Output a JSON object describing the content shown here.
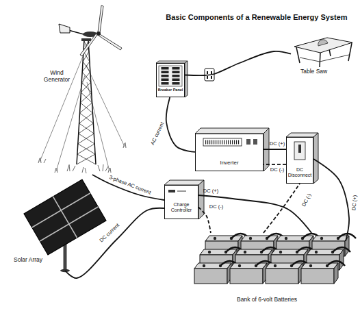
{
  "diagram": {
    "title": "Basic Components of a Renewable Energy System",
    "nodes": [
      {
        "text": [
          "Wind Generator"
        ]
      },
      {
        "text": [
          "Table Saw"
        ]
      },
      {
        "text": [
          "Breaker Panel"
        ]
      },
      {
        "text": [
          "Inverter"
        ]
      },
      {
        "text": [
          "DC Disconnect"
        ]
      },
      {
        "text": [
          "Charge Controller"
        ]
      },
      {
        "text": [
          "Solar Array"
        ]
      },
      {
        "text": [
          "Bank of 6-volt Batteries"
        ]
      }
    ],
    "edges": [
      {
        "from": 0,
        "to": 5,
        "label": "3-phase AC current",
        "arrow": "none"
      },
      {
        "from": 6,
        "to": 5,
        "label": "DC current",
        "arrow": "none"
      },
      {
        "from": 5,
        "to": 7,
        "label": "DC (+)",
        "arrow": "none"
      },
      {
        "from": 5,
        "to": 7,
        "label": "DC (-)",
        "arrow": "none"
      },
      {
        "from": 7,
        "to": 4,
        "label": "DC (+)",
        "arrow": "none"
      },
      {
        "from": 7,
        "to": 4,
        "label": "DC (-)",
        "arrow": "none"
      },
      {
        "from": 4,
        "to": 3,
        "label": "DC (+)",
        "arrow": "none"
      },
      {
        "from": 4,
        "to": 3,
        "label": "DC (-)",
        "arrow": "none"
      },
      {
        "from": 3,
        "to": 2,
        "label": "AC current",
        "arrow": "none"
      },
      {
        "from": 2,
        "to": 1,
        "arrow": "none"
      }
    ]
  }
}
